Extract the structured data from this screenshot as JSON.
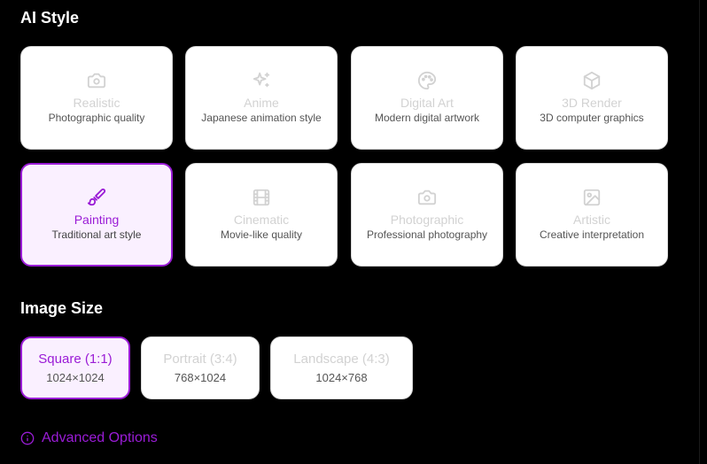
{
  "ai_style": {
    "title": "AI Style",
    "options": [
      {
        "name": "Realistic",
        "desc": "Photographic quality",
        "icon": "camera-icon"
      },
      {
        "name": "Anime",
        "desc": "Japanese animation style",
        "icon": "sparkles-icon"
      },
      {
        "name": "Digital Art",
        "desc": "Modern digital artwork",
        "icon": "palette-icon"
      },
      {
        "name": "3D Render",
        "desc": "3D computer graphics",
        "icon": "cube-icon"
      },
      {
        "name": "Painting",
        "desc": "Traditional art style",
        "icon": "paintbrush-icon",
        "selected": true
      },
      {
        "name": "Cinematic",
        "desc": "Movie-like quality",
        "icon": "film-icon"
      },
      {
        "name": "Photographic",
        "desc": "Professional photography",
        "icon": "camera-icon"
      },
      {
        "name": "Artistic",
        "desc": "Creative interpretation",
        "icon": "image-icon"
      }
    ]
  },
  "image_size": {
    "title": "Image Size",
    "options": [
      {
        "name": "Square (1:1)",
        "dims": "1024×1024",
        "selected": true
      },
      {
        "name": "Portrait (3:4)",
        "dims": "768×1024"
      },
      {
        "name": "Landscape (4:3)",
        "dims": "1024×768"
      }
    ]
  },
  "advanced": {
    "label": "Advanced Options",
    "icon": "info-icon"
  },
  "colors": {
    "accent": "#9a1cd6",
    "selected_bg": "#faf0ff",
    "background": "#000000"
  }
}
